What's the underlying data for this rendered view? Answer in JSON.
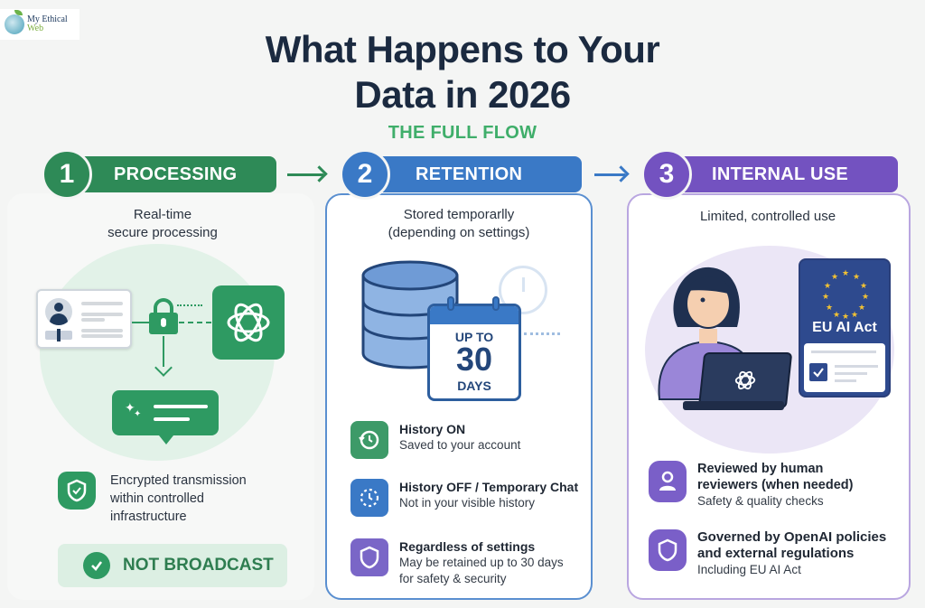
{
  "logo": {
    "line1": "My Ethical",
    "line2": "Web"
  },
  "header": {
    "title_line1": "What Happens to Your",
    "title_line2": "Data in 2026",
    "subtitle": "THE FULL FLOW"
  },
  "colors": {
    "green": "#2e8a57",
    "blue": "#3a79c6",
    "purple": "#7352c0",
    "title": "#1b2a40",
    "subtitle": "#3fae6a"
  },
  "steps": [
    {
      "number": "1",
      "label": "PROCESSING",
      "caption_line1": "Real-time",
      "caption_line2": "secure processing",
      "illustration_icons": [
        "id-card-icon",
        "lock-icon",
        "openai-logo-icon",
        "sparkle-chat-bubble-icon"
      ],
      "items": [
        {
          "icon": "shield-check-icon",
          "text_line1": "Encrypted transmission",
          "text_line2": "within controlled",
          "text_line3": "infrastructure"
        }
      ],
      "badge": {
        "icon": "check-circle-icon",
        "label": "NOT BROADCAST"
      }
    },
    {
      "number": "2",
      "label": "RETENTION",
      "caption_line1": "Stored temporarlly",
      "caption_line2": "(depending on settings)",
      "calendar": {
        "line1": "UP TO",
        "line2": "30",
        "line3": "DAYS"
      },
      "illustration_icons": [
        "database-icon",
        "calendar-icon",
        "clock-icon"
      ],
      "items": [
        {
          "icon": "history-on-icon",
          "title": "History ON",
          "subtitle": "Saved to your account"
        },
        {
          "icon": "history-off-icon",
          "title": "History OFF / Temporary Chat",
          "subtitle": "Not in your visible history"
        },
        {
          "icon": "shield-icon",
          "title": "Regardless of settings",
          "subtitle_line1": "May be retained up to 30 days",
          "subtitle_line2": "for safety & security"
        }
      ]
    },
    {
      "number": "3",
      "label": "INTERNAL USE",
      "caption_line1": "Limited, controlled use",
      "eu_card_label": "EU AI Act",
      "illustration_icons": [
        "person-with-laptop-icon",
        "eu-flag-icon",
        "checklist-icon"
      ],
      "items": [
        {
          "icon": "user-icon",
          "title_line1": "Reviewed by human",
          "title_line2": "reviewers (when needed)",
          "subtitle": "Safety & quality checks"
        },
        {
          "icon": "shield-icon",
          "title_line1": "Governed by OpenAI policies",
          "title_line2": "and external regulations",
          "subtitle": "Including EU AI Act"
        }
      ]
    }
  ]
}
